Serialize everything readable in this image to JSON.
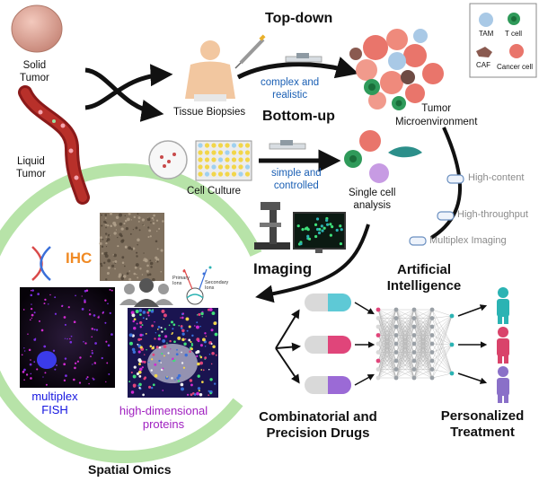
{
  "labels": {
    "top_down": "Top-down",
    "bottom_up": "Bottom-up",
    "solid_tumor": "Solid\nTumor",
    "liquid_tumor": "Liquid\nTumor",
    "tissue_biopsies": "Tissue Biopsies",
    "complex_realistic": "complex and\nrealistic",
    "tumor_microenvironment": "Tumor\nMicroenvironment",
    "cell_culture": "Cell Culture",
    "simple_controlled": "simple and\ncontrolled",
    "single_cell_analysis": "Single cell\nanalysis",
    "imaging": "Imaging",
    "high_content": "High-content",
    "high_throughput": "High-throughput",
    "multiplex_imaging": "Multiplex Imaging",
    "ihc": "IHC",
    "primary_ions": "Primary\nIons",
    "secondary_ions": "Secondary\nIons",
    "multiplex_fish": "multiplex\nFISH",
    "high_dim_proteins": "high-dimensional\nproteins",
    "spatial_omics": "Spatial Omics",
    "artificial_intelligence": "Artificial\nIntelligence",
    "combinatorial_drugs": "Combinatorial and\nPrecision Drugs",
    "personalized_treatment": "Personalized\nTreatment"
  },
  "legend": {
    "tam": "TAM",
    "t_cell": "T cell",
    "caf": "CAF",
    "cancer_cell": "Cancer cell"
  },
  "colors": {
    "green_ring": "#b7e3a8",
    "blue_text": "#1a5fb4",
    "orange_ihc": "#f08a24",
    "purple_proteins": "#a020c0",
    "fish_blue": "#1515e0",
    "tumor_red": "#8b1a1a",
    "pill_teal": "#5ec9d6",
    "pill_pink": "#e0457a",
    "pill_purple": "#9b6ad6",
    "person_teal": "#2bb3b3",
    "person_red": "#d9436a",
    "person_purple": "#8a70c8"
  }
}
